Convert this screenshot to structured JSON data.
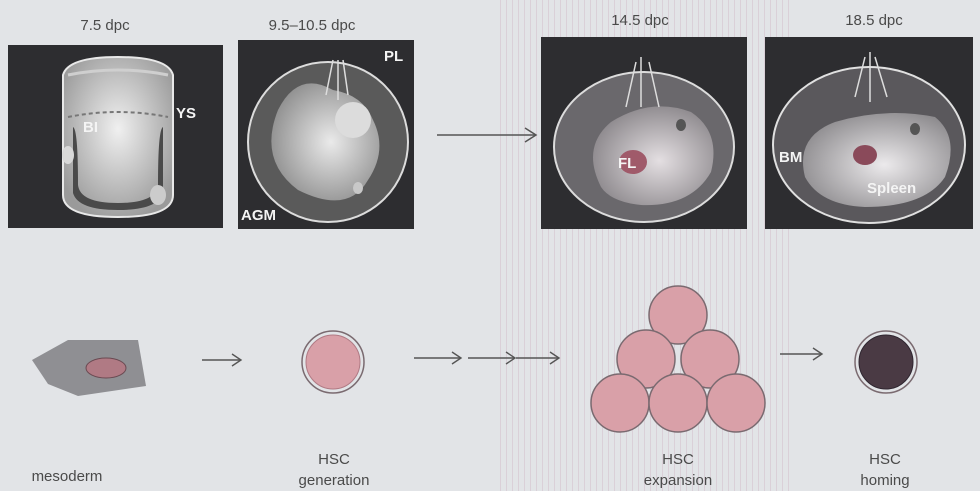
{
  "stages": [
    {
      "time": "7.5 dpc",
      "labels": {
        "bi": "BI",
        "ys": "YS"
      }
    },
    {
      "time": "9.5–10.5 dpc",
      "labels": {
        "pl": "PL",
        "agm": "AGM"
      }
    },
    {
      "time": "14.5 dpc",
      "labels": {
        "fl": "FL"
      }
    },
    {
      "time": "18.5 dpc",
      "labels": {
        "bm": "BM",
        "spleen": "Spleen"
      }
    }
  ],
  "cells": [
    {
      "label": "mesoderm"
    },
    {
      "label_line1": "HSC",
      "label_line2": "generation"
    },
    {
      "label_line1": "HSC",
      "label_line2": "expansion"
    },
    {
      "label_line1": "HSC",
      "label_line2": "homing"
    }
  ],
  "colors": {
    "panel": "#2d2d30",
    "cell_fill": "#d9a0a8",
    "cell_ring": "#b07a84",
    "homing_cell": "#4a3a44",
    "mesoderm": "#8a8a8e"
  }
}
